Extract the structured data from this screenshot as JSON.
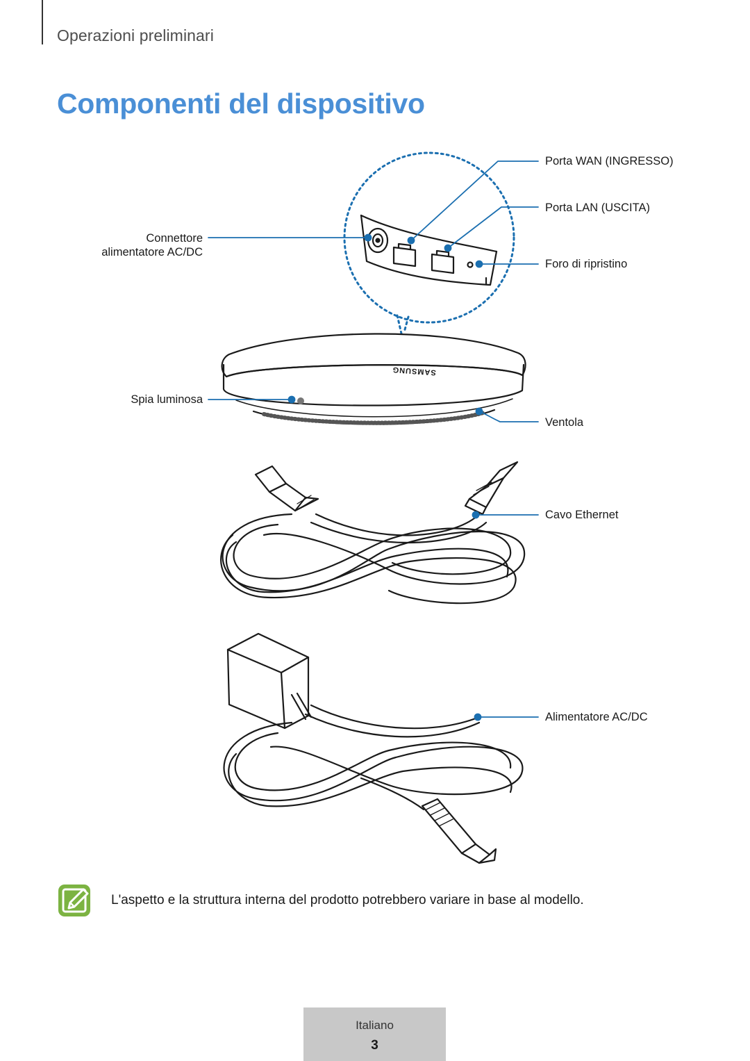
{
  "header": {
    "section": "Operazioni preliminari",
    "title": "Componenti del dispositivo"
  },
  "callouts": {
    "wan_port": "Porta WAN (INGRESSO)",
    "lan_port": "Porta LAN (USCITA)",
    "power_connector_line1": "Connettore",
    "power_connector_line2": "alimentatore AC/DC",
    "reset_hole": "Foro di ripristino",
    "indicator_light": "Spia luminosa",
    "fan": "Ventola",
    "ethernet_cable": "Cavo Ethernet",
    "power_adapter": "Alimentatore AC/DC"
  },
  "device_logo": "SAMSUNG",
  "note": {
    "icon": "note-pencil-icon",
    "text": "L'aspetto e la struttura interna del prodotto potrebbero variare in base al modello."
  },
  "footer": {
    "language": "Italiano",
    "page_number": "3"
  },
  "colors": {
    "title": "#4a8fd6",
    "callout_line": "#1b6fb0",
    "note_icon": "#7cb342",
    "footer_bg": "#c8c8c8"
  }
}
